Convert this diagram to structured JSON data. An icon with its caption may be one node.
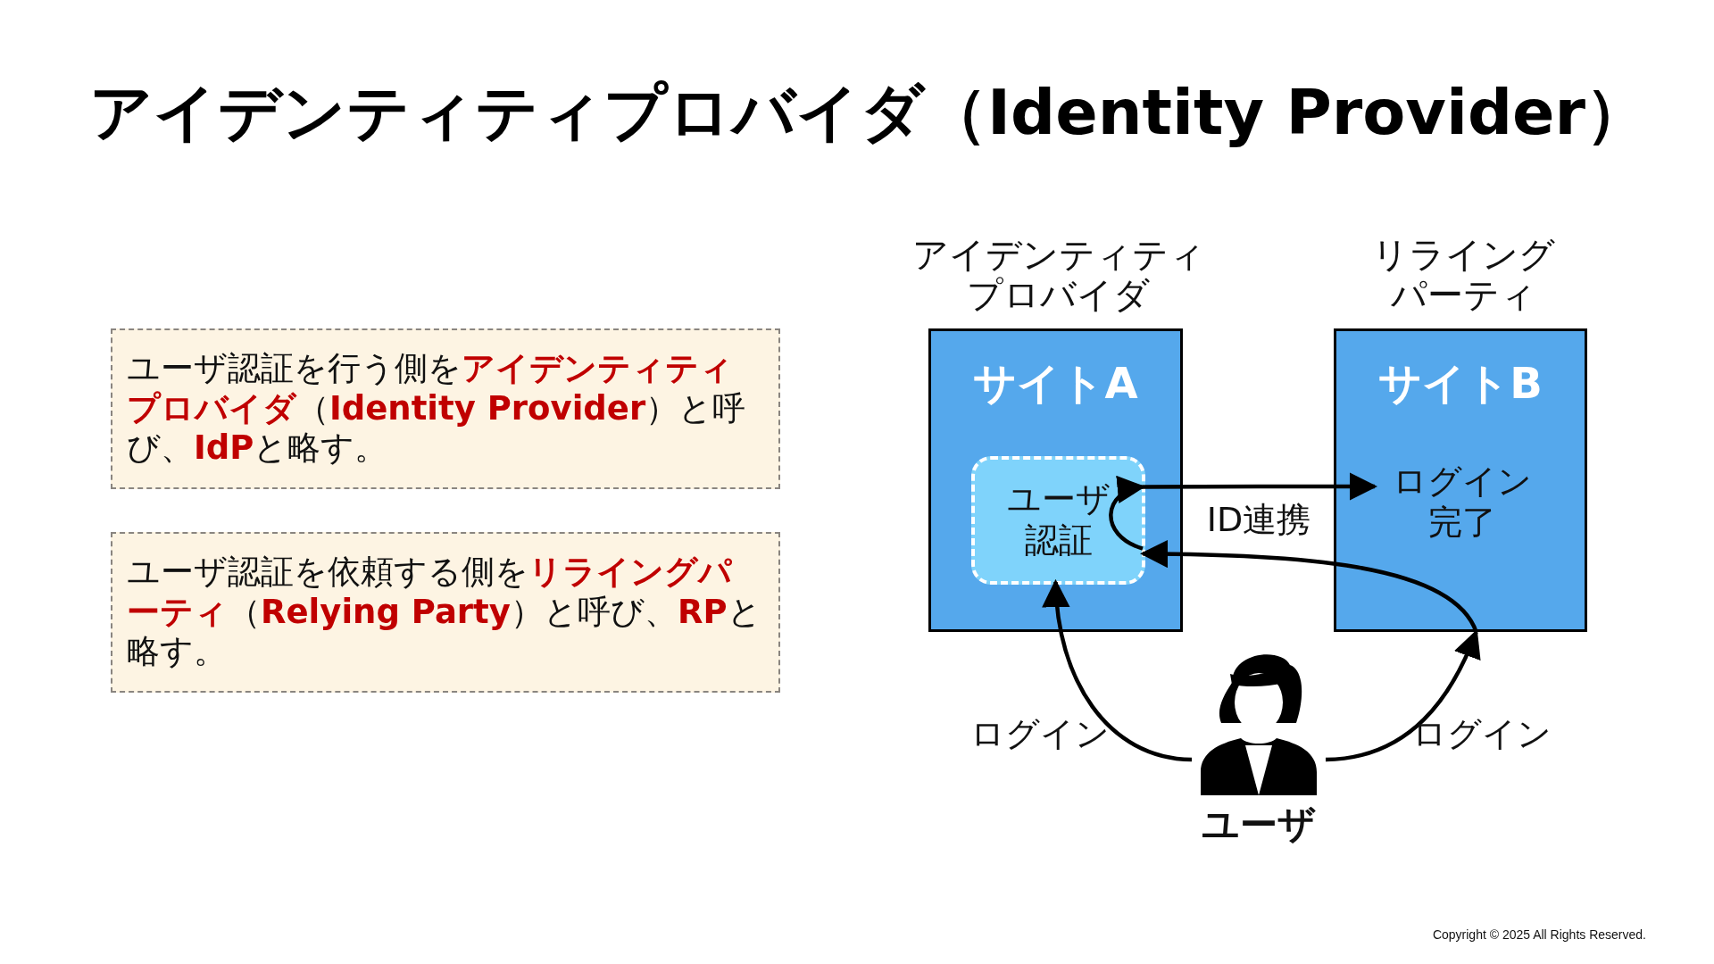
{
  "diagram": {
    "title": "アイデンティティプロバイダ（Identity Provider）",
    "nodes": [
      {
        "text": [
          "ユーザ認証を行う側を**アイデンティティプロバイダ**（**Identity Provider**）と呼び、**IdP**と略す。"
        ]
      },
      {
        "text": [
          "ユーザ認証を依頼する側を**リライングパーティ**（**Relying Party**）と呼び、**RP**と略す。"
        ]
      },
      {
        "text": [
          "アイデンティティプロバイダ",
          "サイトA"
        ]
      },
      {
        "text": [
          "ユーザ認証"
        ],
        "in": 2
      },
      {
        "text": [
          "リライングパーティ",
          "サイトB"
        ]
      },
      {
        "text": [
          "ログイン完了"
        ],
        "in": 4
      },
      {
        "text": [
          "ユーザ"
        ]
      }
    ],
    "edges": [
      {
        "from": 6,
        "to": 3,
        "arrow": "to",
        "label": "ログイン"
      },
      {
        "from": 6,
        "to": 4,
        "arrow": "to",
        "label": "ログイン"
      },
      {
        "from": 4,
        "to": 3,
        "arrow": "to"
      },
      {
        "from": 3,
        "to": 3,
        "arrow": "to"
      },
      {
        "from": 3,
        "to": 5,
        "arrow": "to",
        "label": "ID連携"
      }
    ],
    "labels": [
      "Copyright © 2025 All Rights Reserved."
    ]
  }
}
